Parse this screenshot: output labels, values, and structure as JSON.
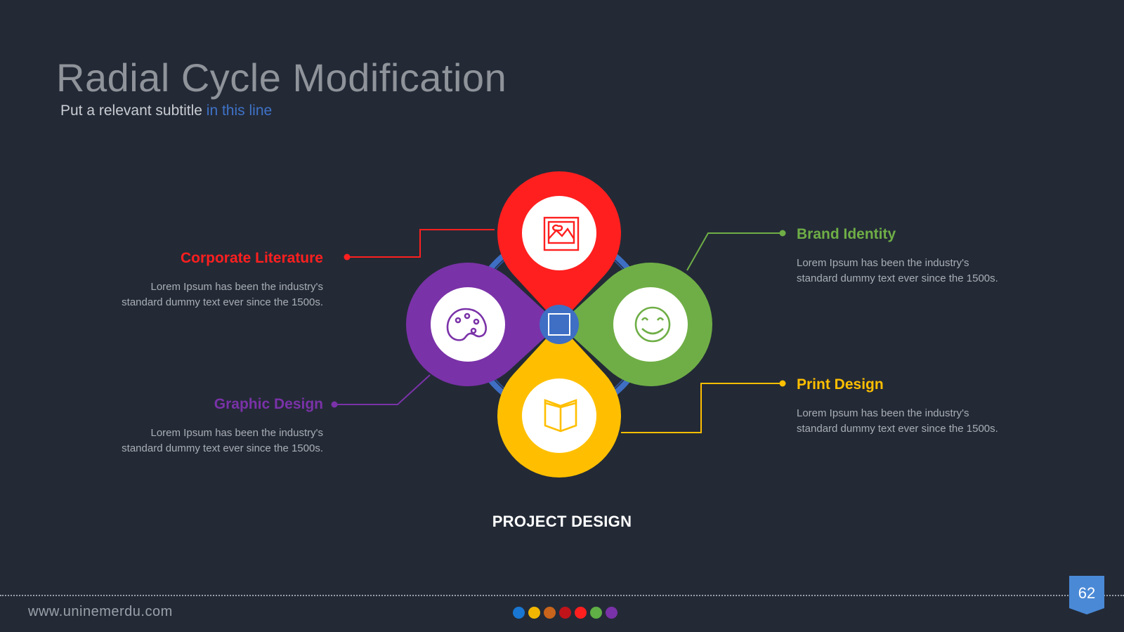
{
  "header": {
    "title": "Radial Cycle Modification",
    "subtitle_prefix": "Put a relevant subtitle ",
    "subtitle_highlight": "in this line"
  },
  "items": [
    {
      "title": "Corporate Literature",
      "body": "Lorem Ipsum has been the industry's standard dummy text ever since the 1500s.",
      "color": "#ff1f1f",
      "icon": "image-icon"
    },
    {
      "title": "Brand Identity",
      "body": "Lorem Ipsum has been the industry's standard dummy text ever since the 1500s.",
      "color": "#6fae46",
      "icon": "smiley-icon"
    },
    {
      "title": "Graphic Design",
      "body": "Lorem Ipsum has been the industry's standard dummy text ever since the 1500s.",
      "color": "#7a32a8",
      "icon": "palette-icon"
    },
    {
      "title": "Print Design",
      "body": "Lorem Ipsum has been the industry's standard dummy text ever since the 1500s.",
      "color": "#ffbf00",
      "icon": "book-icon"
    }
  ],
  "center": {
    "label": "PROJECT DESIGN",
    "color": "#3e6fc4",
    "icon": "square-icon"
  },
  "footer": {
    "url": "www.uninemerdu.com",
    "page_number": "62",
    "dot_colors": [
      "#1976d2",
      "#f2b600",
      "#c8641b",
      "#c0141a",
      "#ff1f1f",
      "#5fae46",
      "#7a32a8"
    ]
  }
}
